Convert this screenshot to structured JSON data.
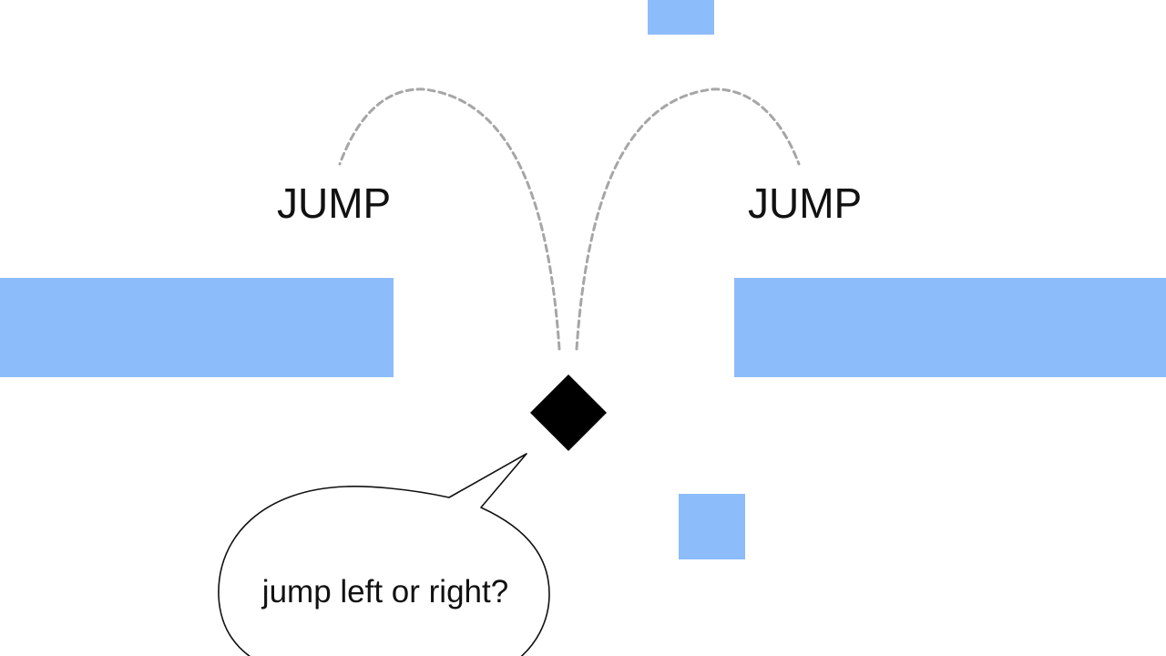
{
  "colors": {
    "platform": "#8dbcfb",
    "player": "#000000",
    "trajectory": "#a6a6a6",
    "text": "#111111"
  },
  "labels": {
    "jump_left": "JUMP",
    "jump_right": "JUMP"
  },
  "speech_bubble": {
    "text": "jump left or right?"
  },
  "icons": {
    "player": "diamond-player-icon"
  }
}
